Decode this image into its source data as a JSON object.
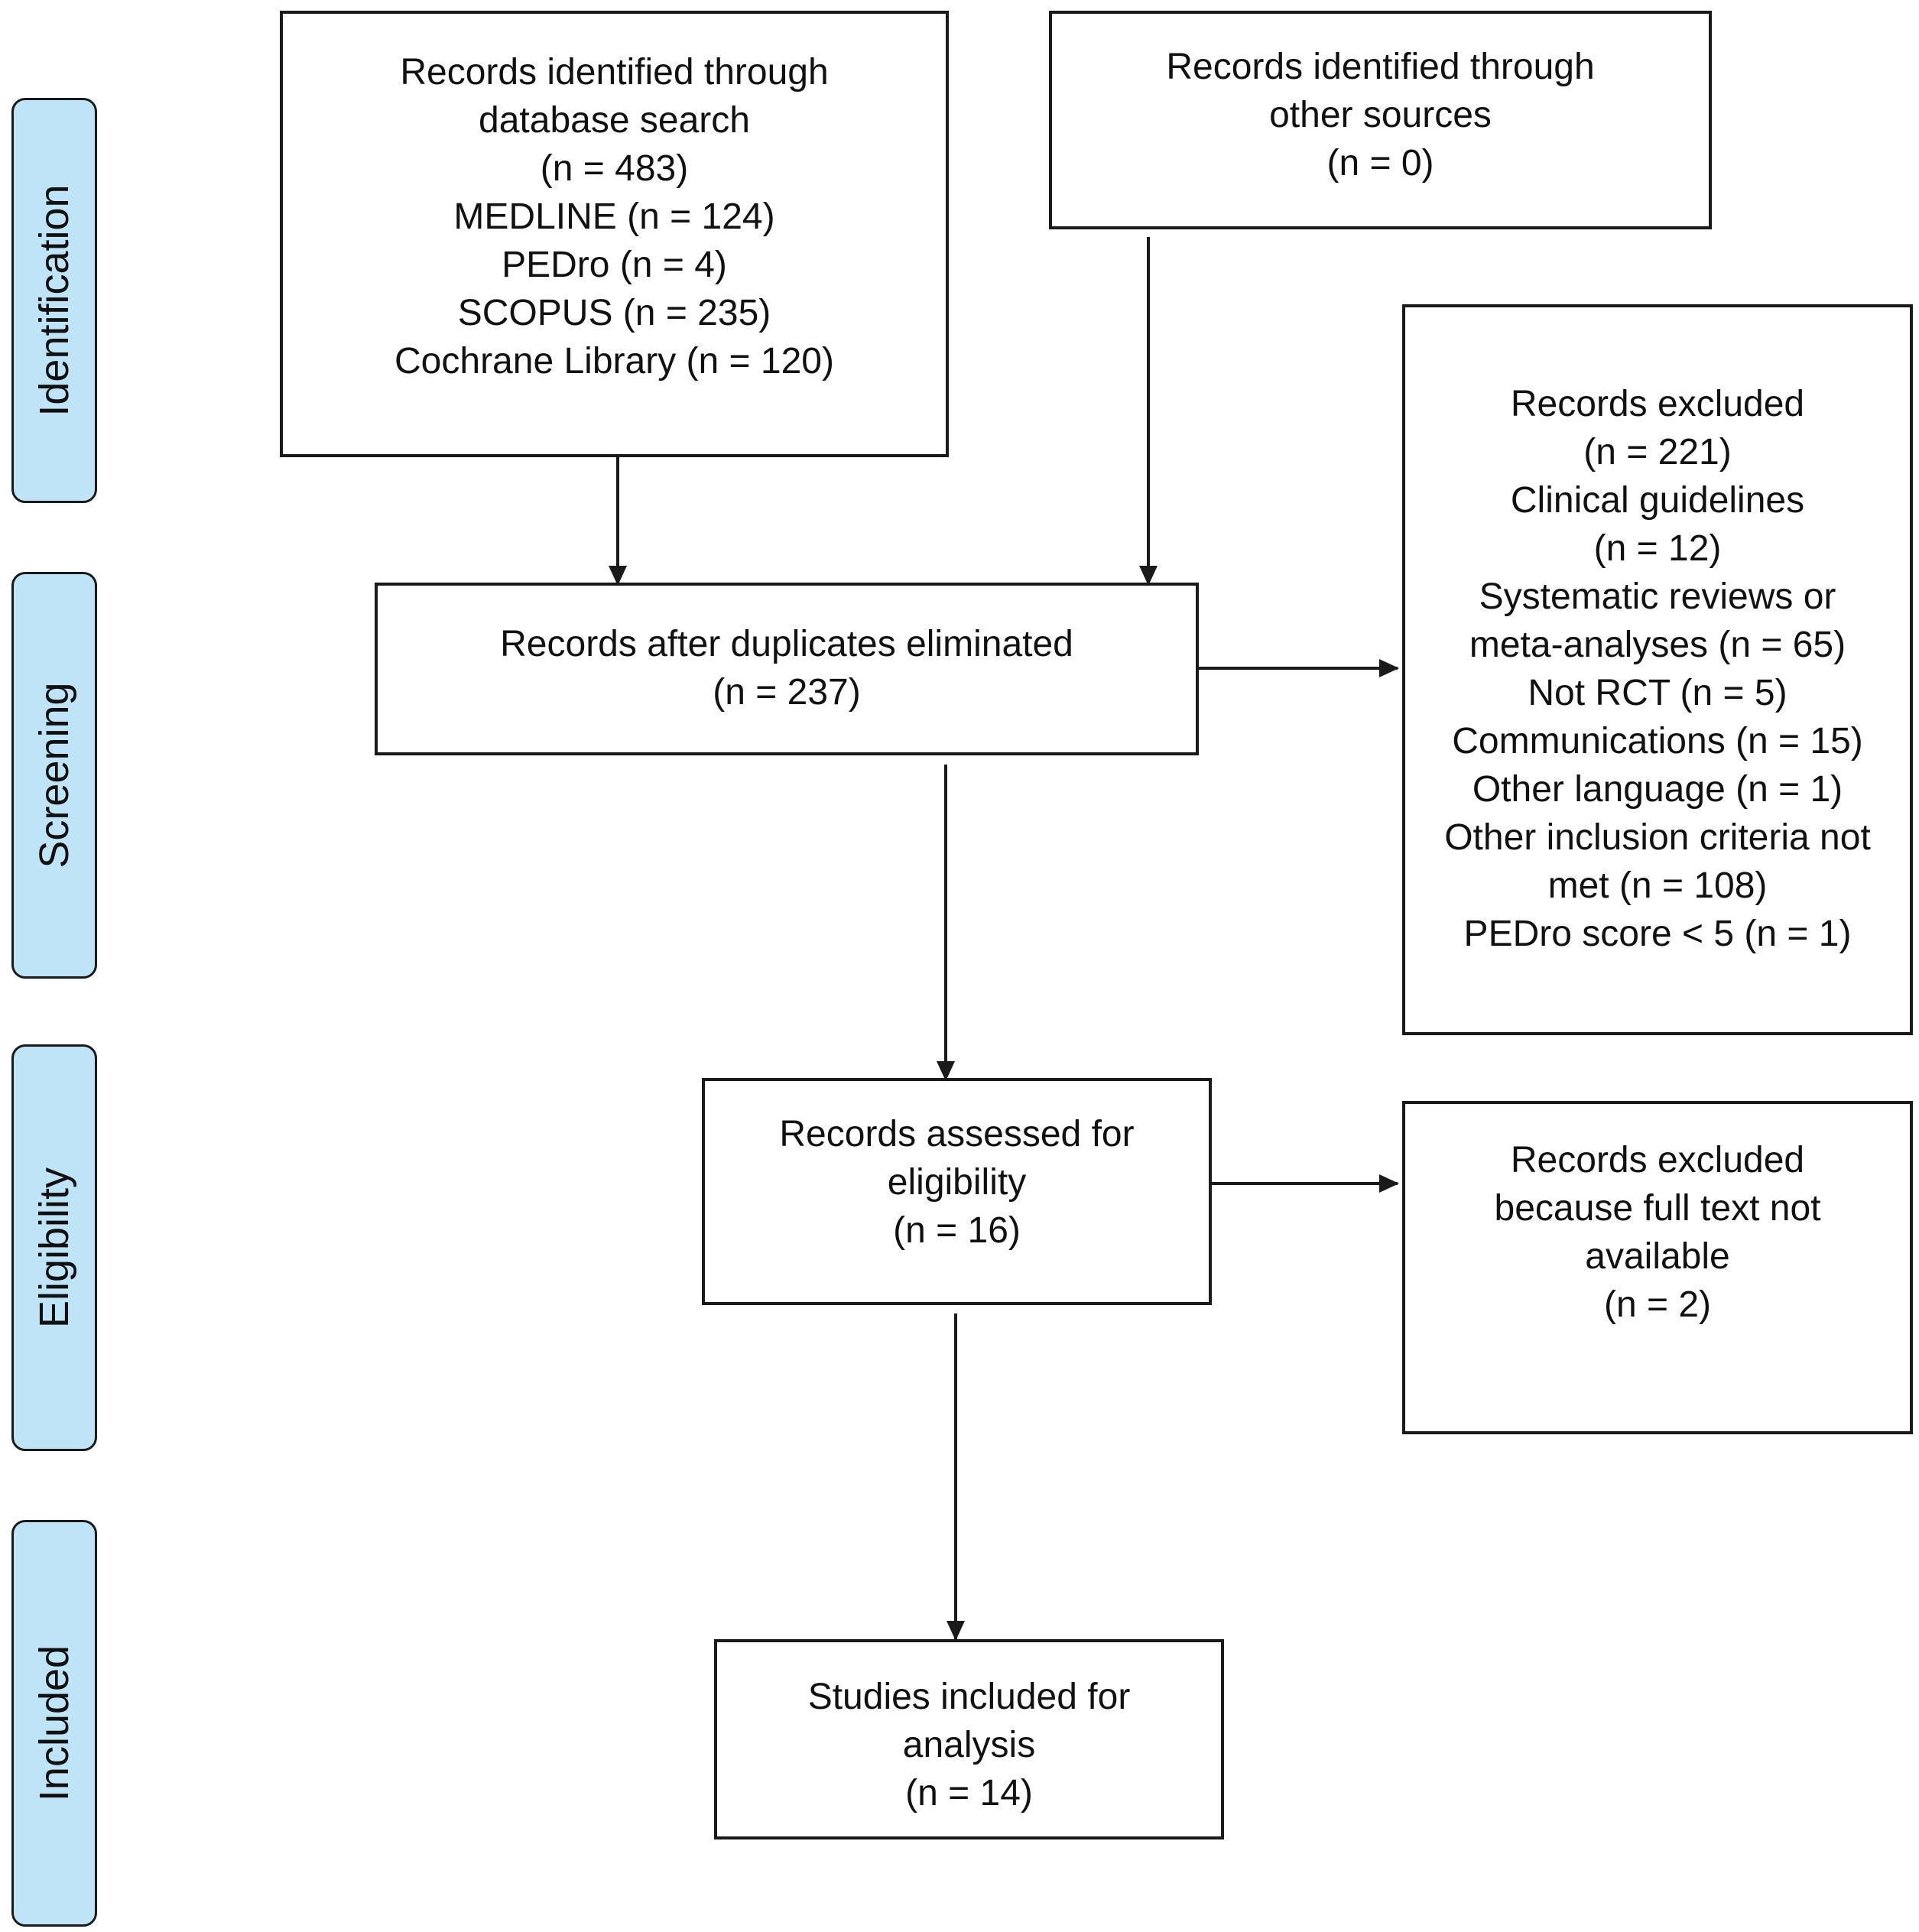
{
  "stages": [
    {
      "id": "identification",
      "label": "Identification"
    },
    {
      "id": "screening",
      "label": "Screening"
    },
    {
      "id": "eligibility",
      "label": "Eligibility"
    },
    {
      "id": "included",
      "label": "Included"
    }
  ],
  "boxes": {
    "database": {
      "lines": [
        "Records identified through",
        "database search",
        "(n = 483)",
        "MEDLINE (n = 124)",
        "PEDro (n = 4)",
        "SCOPUS (n = 235)",
        "Cochrane Library (n = 120)"
      ]
    },
    "other_sources": {
      "lines": [
        "Records identified through",
        "other sources",
        "(n = 0)"
      ]
    },
    "after_duplicates": {
      "lines": [
        "Records after duplicates eliminated",
        "(n = 237)"
      ]
    },
    "excluded_screening": {
      "lines": [
        "Records excluded",
        "(n = 221)",
        "Clinical guidelines",
        "(n = 12)",
        "Systematic reviews or",
        "meta-analyses (n = 65)",
        "Not RCT (n = 5)",
        "Communications (n = 15)",
        "Other language (n = 1)",
        "Other inclusion criteria not",
        "met (n = 108)",
        "PEDro score < 5 (n = 1)"
      ]
    },
    "assessed": {
      "lines": [
        "Records assessed for",
        "eligibility",
        "(n = 16)"
      ]
    },
    "excluded_fulltext": {
      "lines": [
        "Records excluded",
        "because full text not",
        "available",
        "(n = 2)"
      ]
    },
    "included": {
      "lines": [
        "Studies included for",
        "analysis",
        "(n = 14)"
      ]
    }
  },
  "colors": {
    "stage_fill": "#bfe4f7",
    "stroke": "#1a1a1a",
    "text": "#111111"
  }
}
